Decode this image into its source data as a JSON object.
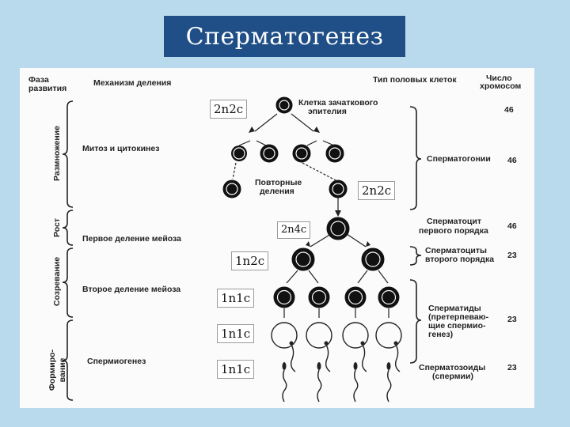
{
  "title": "Сперматогенез",
  "header": {
    "phase": "Фаза развития",
    "phase_l1": "Фаза",
    "phase_l2": "развития",
    "mechanism": "Механизм деления",
    "cell_type": "Тип половых клеток",
    "chrom": "Число хромосом",
    "chrom_l1": "Число",
    "chrom_l2": "хромосом"
  },
  "phases": {
    "reproduction": "Размножение",
    "growth": "Рост",
    "maturation": "Созревание",
    "formation": "Формирование",
    "formation_l1": "Формиро-",
    "formation_l2": "вание"
  },
  "mechanisms": {
    "mitosis": "Митоз и цитокинез",
    "meiosis1": "Первое деление мейоза",
    "meiosis2": "Второе деление мейоза",
    "spermiogenesis": "Спермиогенез"
  },
  "diagram_labels": {
    "germ_cell_l1": "Клетка зачаткового",
    "germ_cell_l2": "эпителия",
    "repeat_l1": "Повторные",
    "repeat_l2": "деления"
  },
  "cell_types": [
    {
      "lines": [
        "Сперматогонии"
      ],
      "chrom": "46"
    },
    {
      "lines": [
        "Сперматоцит",
        "первого порядка"
      ],
      "chrom": "46"
    },
    {
      "lines": [
        "Сперматоциты",
        "второго порядка"
      ],
      "chrom": "23"
    },
    {
      "lines": [
        "Сперматиды",
        "(претерпеваю-",
        "щие спермио-",
        "генез)"
      ],
      "chrom": "23"
    },
    {
      "lines": [
        "Сперматозоиды",
        "(спермии)"
      ],
      "chrom": "23"
    }
  ],
  "top_chrom": "46",
  "overlay_labels": [
    "2n2c",
    "2n2c",
    "2n4c",
    "1n2c",
    "1n1c",
    "1n1c",
    "1n1c"
  ]
}
